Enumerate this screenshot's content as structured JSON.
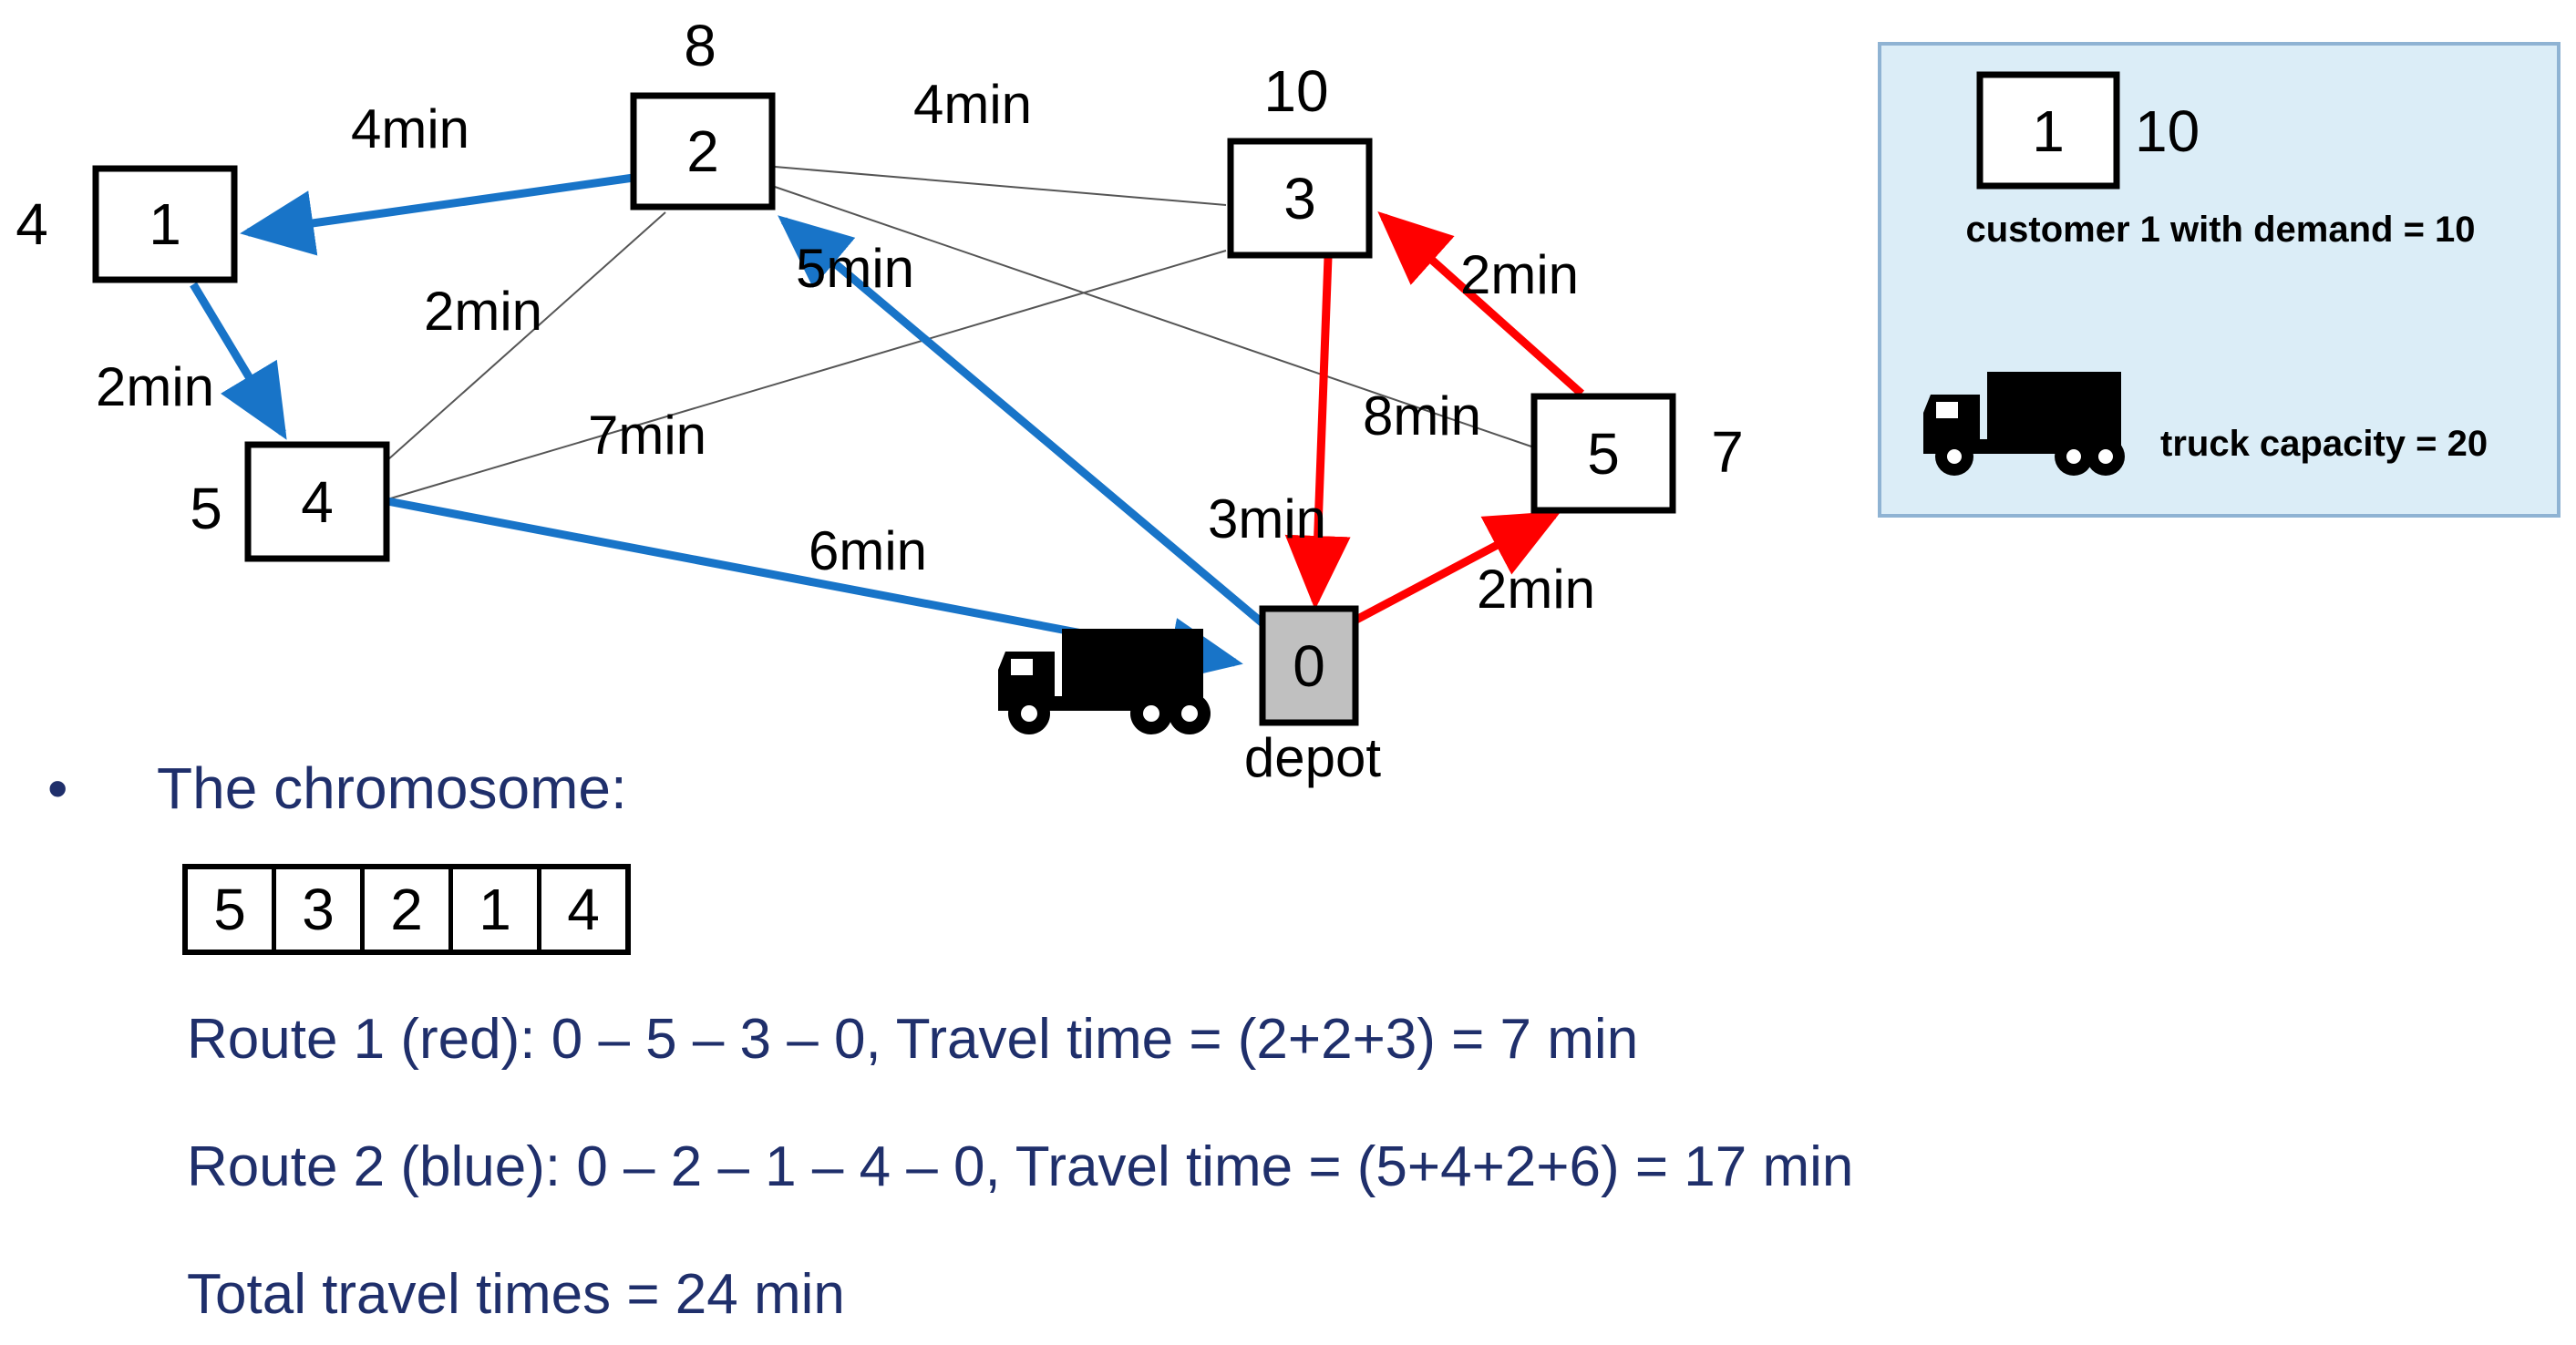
{
  "nodes": [
    {
      "id": "node-0",
      "label": "0",
      "demand": "",
      "depot": true
    },
    {
      "id": "node-1",
      "label": "1",
      "demand": "4"
    },
    {
      "id": "node-2",
      "label": "2",
      "demand": "8"
    },
    {
      "id": "node-3",
      "label": "3",
      "demand": "10"
    },
    {
      "id": "node-4",
      "label": "4",
      "demand": "5"
    },
    {
      "id": "node-5",
      "label": "5",
      "demand": "7"
    }
  ],
  "depot_label": "depot",
  "edge_labels": {
    "e21": "4min",
    "e23": "4min",
    "e02": "5min",
    "e24": "2min",
    "e14": "2min",
    "e43": "7min",
    "e25": "8min",
    "e03": "3min",
    "e53": "2min",
    "e05": "2min",
    "e40": "6min"
  },
  "legend": {
    "node_label": "1",
    "node_demand": "10",
    "customer_text": "customer 1 with demand = 10",
    "truck_text": "truck capacity = 20"
  },
  "bullet": "•",
  "chromosome_title": "The chromosome:",
  "chromosome": [
    "5",
    "3",
    "2",
    "1",
    "4"
  ],
  "route1": "Route 1 (red): 0 – 5 – 3 – 0, Travel time = (2+2+3) = 7 min",
  "route2": "Route 2 (blue): 0 – 2 – 1 – 4 – 0, Travel time = (5+4+2+6) = 17 min",
  "total": "Total travel times = 24 min",
  "colors": {
    "red_route": "#ff0000",
    "blue_route": "#1874c8",
    "legend_bg": "#dbedf7",
    "legend_border": "#8fb3d3",
    "depot_fill": "#c0c0c0",
    "text_blue": "#1f2f6b"
  }
}
